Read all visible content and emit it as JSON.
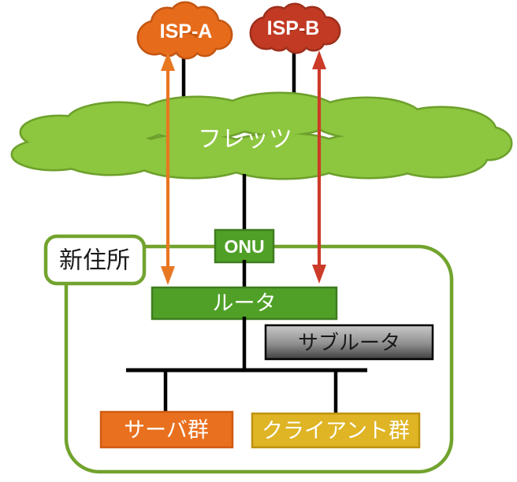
{
  "diagram": {
    "clouds": {
      "isp_a": {
        "label": "ISP-A",
        "fill": "#E66C1C",
        "border": "#C45612"
      },
      "isp_b": {
        "label": "ISP-B",
        "fill": "#C23A23",
        "border": "#9E2F1C"
      },
      "flets": {
        "label": "フレッツ",
        "fill": "#8DC63F",
        "border": "#6DA02C"
      }
    },
    "site": {
      "label": "新住所",
      "border_color": "#72A32E"
    },
    "nodes": {
      "onu": {
        "label": "ONU",
        "fill": "#50A028",
        "border": "#3E7D1E"
      },
      "router": {
        "label": "ルータ",
        "fill": "#50A028",
        "border": "#3E7D1E"
      },
      "sub_router": {
        "label": "サブルータ",
        "fill_top": "#C9C9C9",
        "fill_bottom": "#404040",
        "border": "#000000"
      },
      "servers": {
        "label": "サーバ群",
        "fill": "#E8701E",
        "border": "#CF5B13"
      },
      "clients": {
        "label": "クライアント群",
        "fill": "#DFB425",
        "border": "#BD9210"
      }
    },
    "links": {
      "isp_a_arrow_color": "#E87722",
      "isp_b_arrow_color": "#CC3A28",
      "line_color": "#000000"
    }
  }
}
